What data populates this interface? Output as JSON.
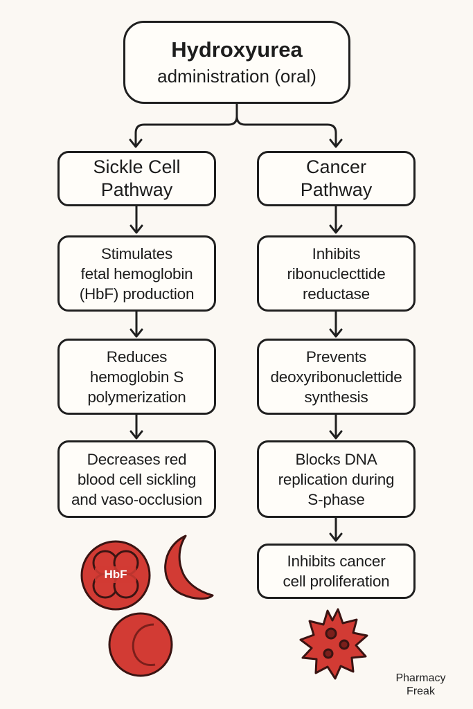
{
  "title": {
    "line1": "Hydroxyurea",
    "line2": "administration (oral)"
  },
  "left": {
    "header": [
      "Sickle Cell",
      "Pathway"
    ],
    "steps": [
      [
        "Stimulates",
        "fetal hemoglobin",
        "(HbF) production"
      ],
      [
        "Reduces",
        "hemoglobin S",
        "polymerization"
      ],
      [
        "Decreases red",
        "blood cell sickling",
        "and vaso-occlusion"
      ]
    ],
    "cell_label": "HbF"
  },
  "right": {
    "header": [
      "Cancer",
      "Pathway"
    ],
    "steps": [
      [
        "Inhibits",
        "ribonuclecttide",
        "reductase"
      ],
      [
        "Prevents",
        "deoxyribonuclettide",
        "synthesis"
      ],
      [
        "Blocks DNA",
        "replication during",
        "S-phase"
      ],
      [
        "Inhibits cancer",
        "cell proliferation"
      ]
    ]
  },
  "footer": {
    "line1": "Pharmacy",
    "line2": "Freak"
  },
  "colors": {
    "accent_red": "#d23b34",
    "dark_red": "#5a1a17",
    "outline": "#1f1f1f"
  }
}
